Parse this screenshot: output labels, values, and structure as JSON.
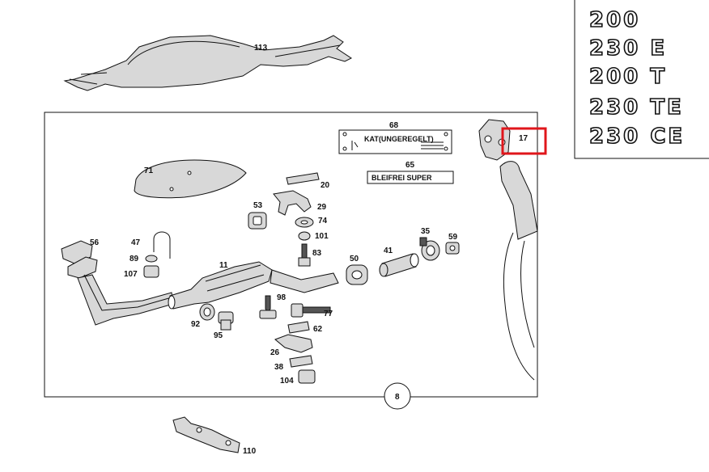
{
  "diagram": {
    "page_number": "8",
    "sign_68_text": "KAT(UNGEREGELT)",
    "sign_65_text": "BLEIFREI SUPER",
    "highlight_color": "#e0161b",
    "model_badges": [
      "200",
      "230 E",
      "200 T",
      "230 TE",
      "230 CE"
    ],
    "part_labels": {
      "p113": "113",
      "p68": "68",
      "p17": "17",
      "p65": "65",
      "p71": "71",
      "p20": "20",
      "p29": "29",
      "p53": "53",
      "p74": "74",
      "p101": "101",
      "p35": "35",
      "p59": "59",
      "p41": "41",
      "p56": "56",
      "p47": "47",
      "p89": "89",
      "p107": "107",
      "p11": "11",
      "p83": "83",
      "p50": "50",
      "p98": "98",
      "p77": "77",
      "p92": "92",
      "p95": "95",
      "p62": "62",
      "p26": "26",
      "p38": "38",
      "p104": "104",
      "p110": "110"
    }
  }
}
